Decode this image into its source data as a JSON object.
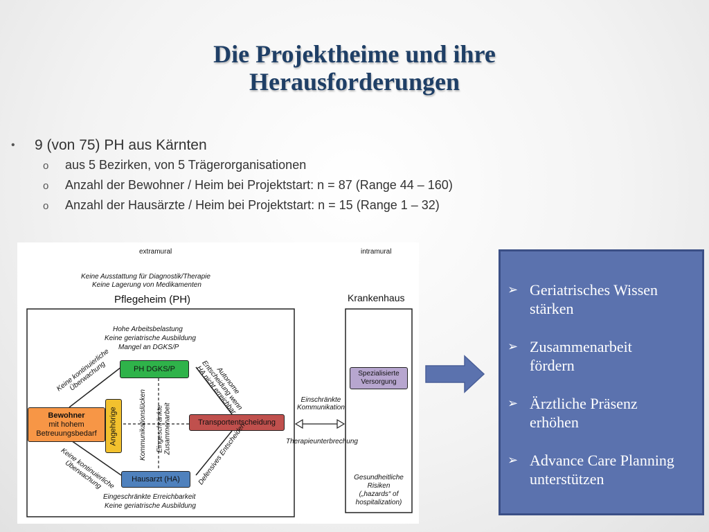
{
  "title": {
    "line1": "Die Projektheime und ihre",
    "line2": "Herausforderungen"
  },
  "bullets": {
    "main": "9 (von 75) PH aus Kärnten",
    "sub": [
      "aus 5 Bezirken, von 5 Trägerorganisationen",
      "Anzahl der Bewohner / Heim bei Projektstart: n = 87 (Range 44 – 160)",
      "Anzahl der Hausärzte / Heim bei Projektstart: n = 15 (Range 1 – 32)"
    ],
    "main_marker": "•",
    "sub_marker": "o"
  },
  "diagram": {
    "extramural": "extramural",
    "intramural": "intramural",
    "top_note1": "Keine Ausstattung für Diagnostik/Therapie",
    "top_note2": "Keine Lagerung von Medikamenten",
    "pflegeheim": "Pflegeheim (PH)",
    "krankenhaus": "Krankenhaus",
    "workload1": "Hohe Arbeitsbelastung",
    "workload2": "Keine geriatrische Ausbildung",
    "workload3": "Mangel an DGKS/P",
    "ph_dgks": "PH DGKS/P",
    "bewohner1": "Bewohner",
    "bewohner2": "mit hohem",
    "bewohner3": "Betreuungsbedarf",
    "angehoerige": "Angehörige",
    "transport": "Transportentscheidung",
    "hausarzt": "Hausarzt (HA)",
    "bottom_note1": "Eingeschränkte Erreichbarkeit",
    "bottom_note2": "Keine geriatrische Ausbildung",
    "diag_ul1": "Keine kontinuierliche",
    "diag_ul2": "Überwachung",
    "diag_ur1": "Autonome",
    "diag_ur2": "Entscheidung wenn",
    "diag_ur3": "HA nicht erreichbar",
    "diag_ll1": "Keine kontinuierliche",
    "diag_ll2": "Überwachung",
    "diag_lr": "Defensives Entscheiden",
    "vert1": "Kommunikationslücken",
    "vert2": "Eingeschränkte",
    "vert3": "Zusammenarbeit",
    "spezial1": "Spezialisierte",
    "spezial2": "Versorgung",
    "komm1": "Einschränkte",
    "komm2": "Kommunikation",
    "therapie": "Therapieunterbrechung",
    "risk1": "Gesundheitliche",
    "risk2": "Risiken",
    "risk3": "(„hazards“ of",
    "risk4": "hospitalization)"
  },
  "panel": {
    "items": [
      {
        "line1": "Geriatrisches Wissen",
        "line2": "stärken"
      },
      {
        "line1": "Zusammenarbeit",
        "line2": "fördern"
      },
      {
        "line1": "Ärztliche Präsenz",
        "line2": "erhöhen"
      },
      {
        "line1": "Advance Care Planning",
        "line2": "unterstützen"
      }
    ],
    "marker": "➢"
  },
  "colors": {
    "title": "#1f3f66",
    "panel_bg": "#5b72ae",
    "arrow": "#5b72ae",
    "ph_dgks": "#2fb34a",
    "bewohner": "#f79646",
    "angehoerige": "#f2c12e",
    "transport": "#c0504d",
    "hausarzt": "#4f81bd",
    "spezial": "#b7a6cf"
  }
}
